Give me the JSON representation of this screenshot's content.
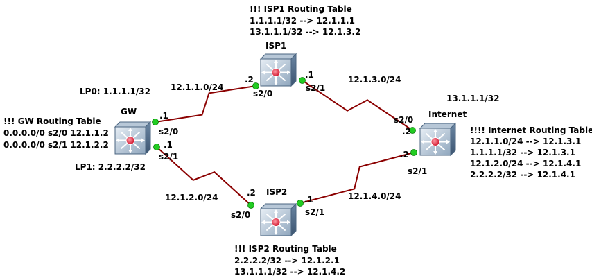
{
  "routers": [
    {
      "id": "gw",
      "name": "GW"
    },
    {
      "id": "isp1",
      "name": "ISP1"
    },
    {
      "id": "isp2",
      "name": "ISP2"
    },
    {
      "id": "internet",
      "name": "Internet"
    }
  ],
  "links": [
    {
      "id": "gw-isp1",
      "network": "12.1.1.0/24",
      "a_if": "s2/0",
      "a_ip": ".1",
      "b_if": "s2/0",
      "b_ip": ".2"
    },
    {
      "id": "gw-isp2",
      "network": "12.1.2.0/24",
      "a_if": "s2/1",
      "a_ip": ".1",
      "b_if": "s2/0",
      "b_ip": ".2"
    },
    {
      "id": "isp1-internet",
      "network": "12.1.3.0/24",
      "a_if": "s2/1",
      "a_ip": ".1",
      "b_if": "s2/0",
      "b_ip": ".2"
    },
    {
      "id": "isp2-internet",
      "network": "12.1.4.0/24",
      "a_if": "s2/1",
      "a_ip": ".1",
      "b_if": "s2/1",
      "b_ip": ".2"
    }
  ],
  "loopbacks": {
    "gw_lp0": "LP0: 1.1.1.1/32",
    "gw_lp1": "LP1: 2.2.2.2/32",
    "internet": "13.1.1.1/32"
  },
  "routing_tables": {
    "gw": {
      "title": "!!! GW Routing Table",
      "routes": [
        "0.0.0.0/0 s2/0 12.1.1.2",
        "0.0.0.0/0 s2/1 12.1.2.2"
      ]
    },
    "isp1": {
      "title": "!!! ISP1 Routing Table",
      "routes": [
        "1.1.1.1/32 --> 12.1.1.1",
        "13.1.1.1/32 --> 12.1.3.2"
      ]
    },
    "isp2": {
      "title": "!!! ISP2 Routing Table",
      "routes": [
        "2.2.2.2/32 --> 12.1.2.1",
        "13.1.1.1/32 --> 12.1.4.2"
      ]
    },
    "internet": {
      "title": "!!!! Internet Routing Table",
      "routes": [
        "12.1.1.0/24 --> 12.1.3.1",
        "1.1.1.1/32 --> 12.1.3.1",
        "12.1.2.0/24 --> 12.1.4.1",
        "2.2.2.2/32 --> 12.1.4.1"
      ]
    }
  },
  "colors": {
    "link": "#8b0000",
    "port": "#22cc22",
    "router_top": "#c9d6e3",
    "router_side": "#5d7896",
    "router_core": "#e8334a"
  }
}
